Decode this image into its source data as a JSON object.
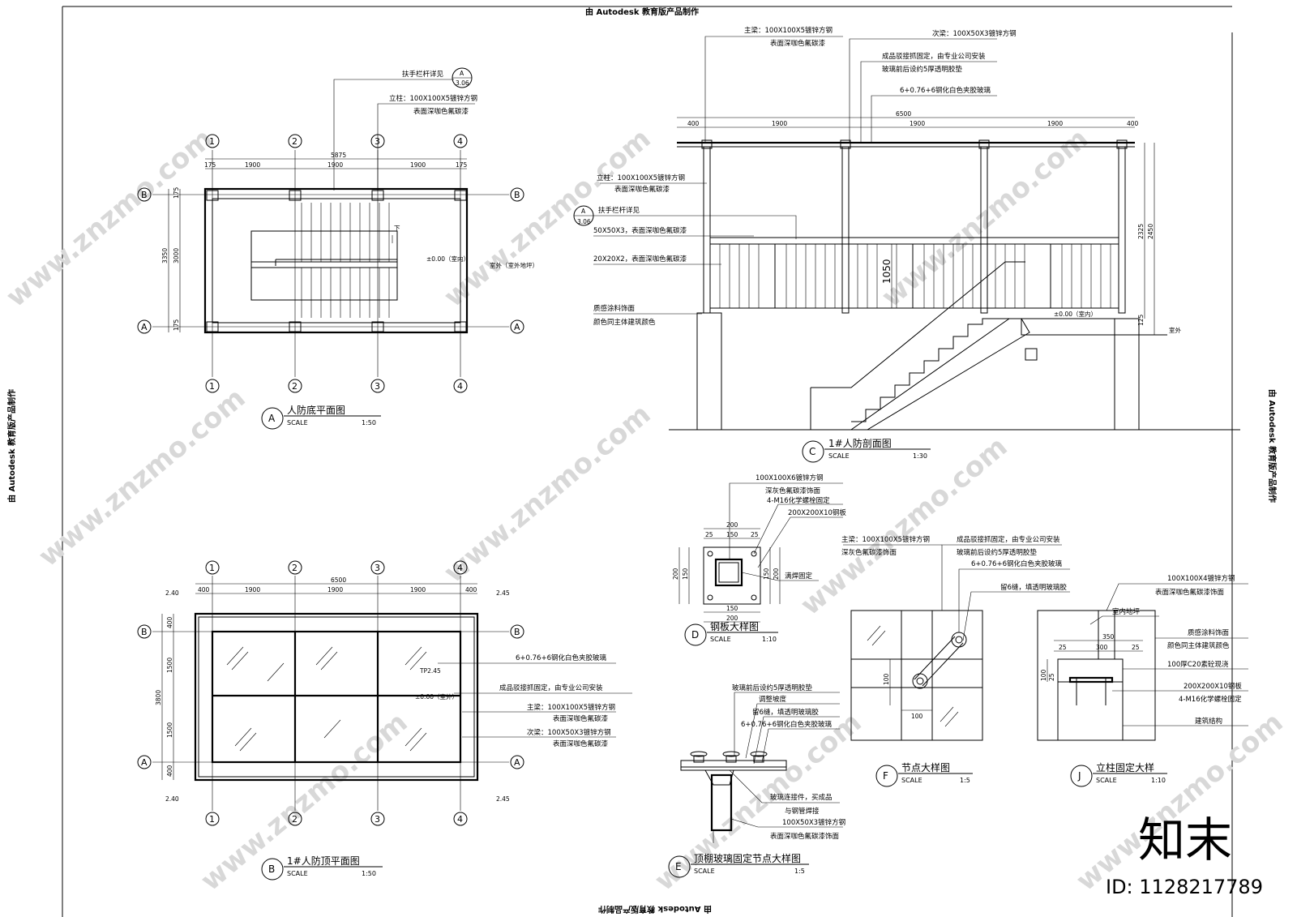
{
  "watermarks": {
    "edu_top": "由 Autodesk 教育版产品制作",
    "edu_bottom": "由 Autodesk 教育版产品制作",
    "edu_left": "由 Autodesk 教育版产品制作",
    "edu_right": "由 Autodesk 教育版产品制作",
    "site_url": "www.znzmo.com",
    "brand": "知末",
    "brand_id": "ID: 1128217789"
  },
  "common": {
    "scale_label": "SCALE",
    "axis_1": "1",
    "axis_2": "2",
    "axis_3": "3",
    "axis_4": "4",
    "axis_A": "A",
    "axis_B": "B"
  },
  "views": {
    "A": {
      "letter": "A",
      "title": "人防底平面图",
      "scale": "1:50",
      "callout_ref_top": "A",
      "callout_ref_bottom": "3.06",
      "notes": {
        "rail": "扶手栏杆详见",
        "post": "立柱：100X100X5镀锌方钢",
        "post_finish": "表面深咖色氟碳漆"
      },
      "dims": {
        "total": "5875",
        "s1": "175",
        "s2": "1900",
        "s3": "1900",
        "s4": "1900",
        "s5": "175",
        "h_total": "3350",
        "h_mid": "3000",
        "h_top": "175",
        "h_bot": "175"
      },
      "labels": {
        "down": "下",
        "level": "±0.00（室内）",
        "level2": "室外（室外地坪）"
      }
    },
    "B": {
      "letter": "B",
      "title": "1#人防顶平面图",
      "scale": "1:50",
      "notes": {
        "glass": "6+0.76+6钢化白色夹胶玻璃",
        "install": "成品驳接抓固定，由专业公司安装",
        "main_beam": "主梁：100X100X5镀锌方钢",
        "main_finish": "表面深咖色氟碳漆",
        "sec_beam": "次梁：100X50X3镀锌方钢",
        "sec_finish": "表面深咖色氟碳漆"
      },
      "dims": {
        "total": "6500",
        "s1": "400",
        "s2": "1900",
        "s3": "1900",
        "s4": "1900",
        "s5": "400",
        "h_total": "3800",
        "h1": "400",
        "h2": "1500",
        "h3": "1500",
        "h4": "400",
        "lv_tl": "2.40",
        "lv_tr": "2.45",
        "lv_bl": "2.40",
        "lv_br": "2.45",
        "slope1": "TP2.45",
        "slope2": "±0.00（室外）"
      }
    },
    "C": {
      "letter": "C",
      "title": "1#人防剖面图",
      "scale": "1:30",
      "callout_ref_top": "A",
      "callout_ref_bottom": "3.06",
      "notes": {
        "main_beam": "主梁：100X100X5镀锌方钢",
        "main_finish": "表面深咖色氟碳漆",
        "sec_beam": "次梁：100X50X3镀锌方钢",
        "install": "成品驳接抓固定，由专业公司安装",
        "gasket": "玻璃前后设约5厚透明胶垫",
        "glass": "6+0.76+6钢化白色夹胶玻璃",
        "post": "立柱：100X100X5镀锌方钢",
        "post_finish": "表面深咖色氟碳漆",
        "rail": "扶手栏杆详见",
        "rail_top": "50X50X3，表面深咖色氟碳漆",
        "baluster": "20X20X2，表面深咖色氟碳漆",
        "paint": "质感涂料饰面",
        "paint_color": "颜色同主体建筑颜色"
      },
      "dims": {
        "total": "6500",
        "s1": "400",
        "s2": "1900",
        "s3": "1900",
        "s4": "1900",
        "s5": "400",
        "h1": "2325",
        "h2": "2450",
        "rail_h": "1050",
        "curb": "125",
        "level": "±0.00（室内）",
        "outdoor": "室外"
      }
    },
    "D": {
      "letter": "D",
      "title": "钢板大样图",
      "scale": "1:10",
      "notes": {
        "tube": "100X100X6镀锌方钢",
        "finish": "深灰色氟碳漆饰面",
        "bolt": "4-M16化学螺栓固定",
        "plate": "200X200X10钢板",
        "weld": "满焊固定"
      },
      "dims": {
        "top": "200",
        "t1": "25",
        "t2": "150",
        "t3": "25",
        "bot": "150",
        "bot_total": "200",
        "l1": "200",
        "l2": "150",
        "r1": "150",
        "r2": "200"
      }
    },
    "E": {
      "letter": "E",
      "title": "顶棚玻璃固定节点大样图",
      "scale": "1:5",
      "notes": {
        "gasket": "玻璃前后设约5厚透明胶垫",
        "slope": "调整坡度",
        "gap": "留6缝，填透明玻璃胶",
        "glass": "6+0.76+6钢化白色夹胶玻璃",
        "connector": "玻璃连接件，买成品",
        "weld": "与钢管焊接",
        "beam": "100X50X3镀锌方钢",
        "finish": "表面深咖色氟碳漆饰面"
      }
    },
    "F": {
      "letter": "F",
      "title": "节点大样图",
      "scale": "1:5",
      "notes": {
        "beam": "主梁：100X100X5镀锌方钢",
        "finish": "深灰色氟碳漆饰面",
        "install": "成品驳接抓固定，由专业公司安装",
        "gasket": "玻璃前后设约5厚透明胶垫",
        "glass": "6+0.76+6钢化白色夹胶玻璃",
        "gap": "留6缝，填透明玻璃胶"
      },
      "dims": {
        "v": "100",
        "h": "100"
      }
    },
    "J": {
      "letter": "J",
      "title": "立柱固定大样",
      "scale": "1:10",
      "notes": {
        "tube": "100X100X4镀锌方钢",
        "finish": "表面深咖色氟碳漆饰面",
        "floor": "室内地坪",
        "paint": "质感涂料饰面",
        "paint_color": "颜色同主体建筑颜色",
        "concrete": "100厚C20素砼现浇",
        "plate": "200X200X10钢板",
        "bolt": "4-M16化学螺栓固定",
        "structure": "建筑结构"
      },
      "dims": {
        "top": "350",
        "t2": "300",
        "a": "25",
        "b": "25",
        "v1": "100",
        "v2": "25"
      }
    }
  }
}
